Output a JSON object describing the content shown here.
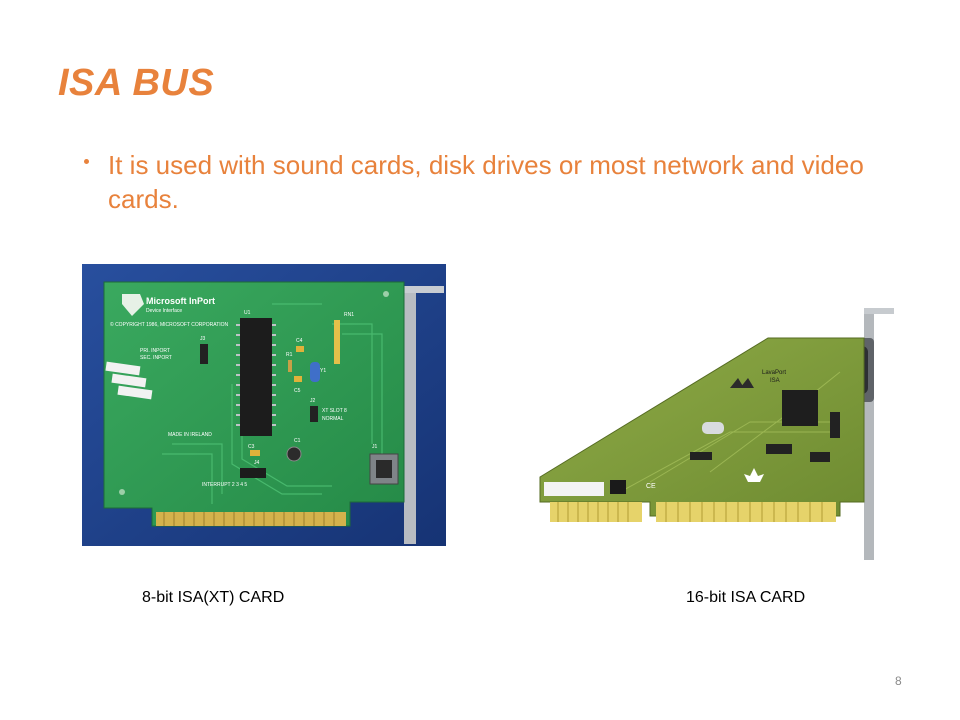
{
  "slide": {
    "title": "ISA BUS",
    "bullets": [
      "It is used  with sound cards, disk drives or most network and video cards."
    ],
    "figures": [
      {
        "caption": "8-bit ISA(XT) CARD"
      },
      {
        "caption": "16-bit ISA CARD"
      }
    ],
    "page_number": "8"
  },
  "board_left": {
    "brand": "Microsoft InPort",
    "subbrand": "Device Interface",
    "copyright": "© COPYRIGHT 1986, MICROSOFT CORPORATION",
    "pri_label": "PRI. INPORT",
    "sec_label": "SEC. INPORT",
    "made_label": "MADE IN IRELAND",
    "interrupt_label": "INTERRUPT  2 3 4 5",
    "slot_label": "XT SLOT 8",
    "normal_label": "NORMAL",
    "u1": "U1",
    "rn1": "RN1",
    "r1": "R1",
    "c4": "C4",
    "c5": "C5",
    "y1": "Y1",
    "j2": "J2",
    "j3": "J3",
    "j4": "J4",
    "c1": "C1",
    "c3": "C3",
    "j1": "J1"
  },
  "board_right": {
    "brand": "LavaPort",
    "model": "ISA"
  },
  "colors": {
    "accent": "#E8823C",
    "pcb_left": "#2f9a52",
    "pcb_right": "#7f9a3a",
    "backdrop_left": "#1e3f88"
  }
}
